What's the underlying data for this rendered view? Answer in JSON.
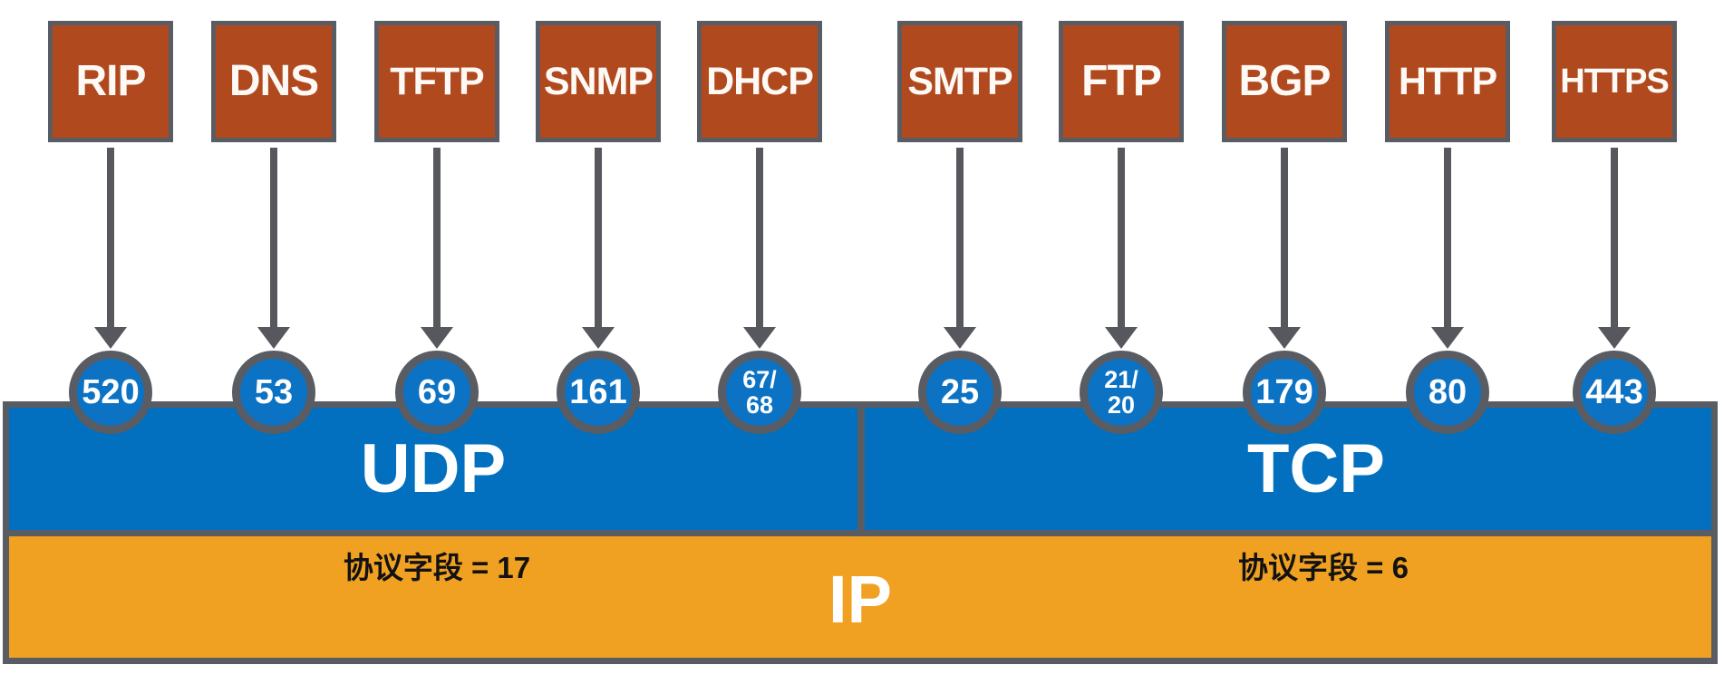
{
  "diagram": {
    "application_protocols": [
      {
        "name": "RIP",
        "port": "520",
        "port_display": "520"
      },
      {
        "name": "DNS",
        "port": "53",
        "port_display": "53"
      },
      {
        "name": "TFTP",
        "port": "69",
        "port_display": "69"
      },
      {
        "name": "SNMP",
        "port": "161",
        "port_display": "161"
      },
      {
        "name": "DHCP",
        "port": "67/68",
        "port_display": "67/\n68"
      },
      {
        "name": "SMTP",
        "port": "25",
        "port_display": "25"
      },
      {
        "name": "FTP",
        "port": "21/20",
        "port_display": "21/\n20"
      },
      {
        "name": "BGP",
        "port": "179",
        "port_display": "179"
      },
      {
        "name": "HTTP",
        "port": "80",
        "port_display": "80"
      },
      {
        "name": "HTTPS",
        "port": "443",
        "port_display": "443"
      }
    ],
    "transport_layer": {
      "udp": {
        "label": "UDP",
        "protocol_field": "协议字段 = 17"
      },
      "tcp": {
        "label": "TCP",
        "protocol_field": "协议字段 = 6"
      }
    },
    "network_layer": {
      "label": "IP"
    },
    "colors": {
      "protocol_box": "#B1491F",
      "transport_bar": "#0270BF",
      "port_circle": "#0C72C4",
      "network_bar": "#F0A122",
      "outline_gray": "#595C62",
      "arrow_gray": "#56585E",
      "box_text": "#FDF9F5",
      "field_text": "#121212"
    }
  }
}
